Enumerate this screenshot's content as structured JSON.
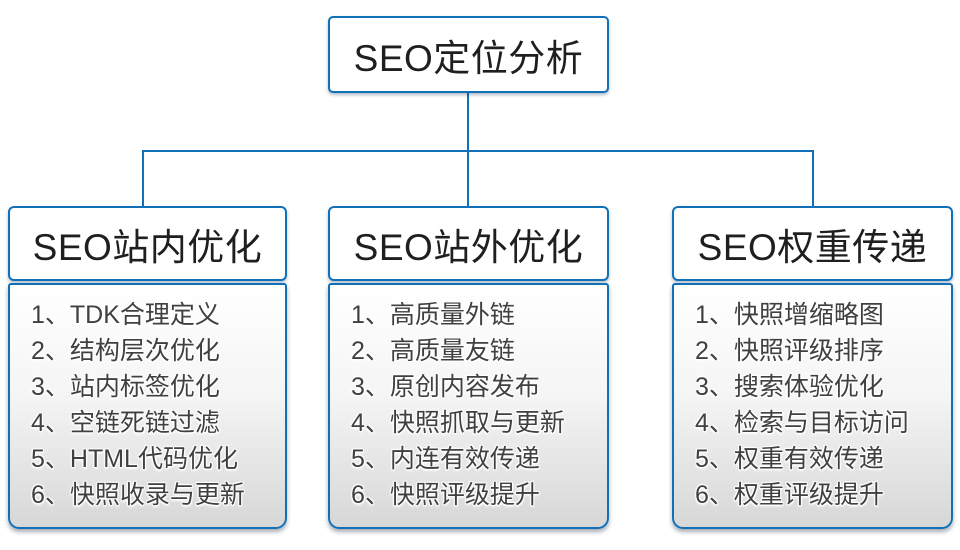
{
  "diagram": {
    "root": {
      "title": "SEO定位分析"
    },
    "columns": [
      {
        "title": "SEO站内优化",
        "items": [
          "1、TDK合理定义",
          "2、结构层次优化",
          "3、站内标签优化",
          "4、空链死链过滤",
          "5、HTML代码优化",
          "6、快照收录与更新"
        ]
      },
      {
        "title": "SEO站外优化",
        "items": [
          "1、高质量外链",
          "2、高质量友链",
          "3、原创内容发布",
          "4、快照抓取与更新",
          "5、内连有效传递",
          "6、快照评级提升"
        ]
      },
      {
        "title": "SEO权重传递",
        "items": [
          "1、快照增缩略图",
          "2、快照评级排序",
          "3、搜索体验优化",
          "4、检索与目标访问",
          "5、权重有效传递",
          "6、权重评级提升"
        ]
      }
    ],
    "colors": {
      "line_blue": "#1171B8",
      "title_text": "#1f1f1f",
      "item_text": "#404040",
      "panel_bottom_gray": "#d7d7d7"
    }
  }
}
